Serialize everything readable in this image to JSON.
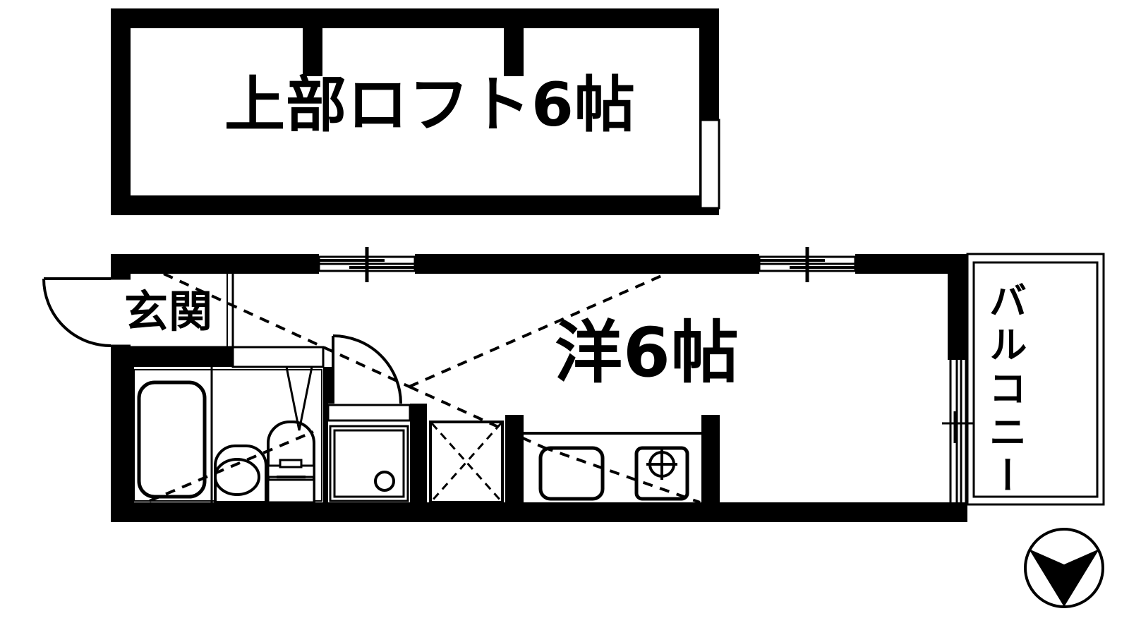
{
  "plan": {
    "title": "apartment-floor-plan",
    "colors": {
      "wall": "#000000",
      "background": "#ffffff",
      "fixture_line": "#000000",
      "dashed_line": "#000000"
    }
  },
  "labels": {
    "loft": "上部ロフト6帖",
    "main_room": "洋6帖",
    "entrance": "玄関",
    "balcony": "バルコニー"
  },
  "rooms": [
    {
      "name": "loft",
      "label": "上部ロフト6帖",
      "size_jo": 6,
      "type": "loft"
    },
    {
      "name": "main-room",
      "label": "洋6帖",
      "size_jo": 6,
      "type": "western-room"
    },
    {
      "name": "entrance",
      "label": "玄関",
      "type": "entry"
    },
    {
      "name": "balcony",
      "label": "バルコニー",
      "type": "balcony"
    }
  ],
  "fixtures": [
    {
      "name": "bathtub",
      "icon": "bathtub-icon"
    },
    {
      "name": "toilet",
      "icon": "toilet-icon"
    },
    {
      "name": "washbasin",
      "icon": "washbasin-icon"
    },
    {
      "name": "shower-unit",
      "icon": "shower-icon"
    },
    {
      "name": "washing-machine-space",
      "icon": "washer-icon"
    },
    {
      "name": "kitchen-sink",
      "icon": "sink-icon"
    },
    {
      "name": "gas-stove",
      "icon": "stove-icon"
    }
  ],
  "openings": [
    {
      "name": "entrance-door",
      "icon": "swing-door-icon"
    },
    {
      "name": "bathroom-door",
      "icon": "swing-door-icon"
    },
    {
      "name": "balcony-sliding-door",
      "icon": "sliding-door-icon"
    },
    {
      "name": "window-left",
      "icon": "sliding-window-icon"
    },
    {
      "name": "window-right",
      "icon": "sliding-window-icon"
    },
    {
      "name": "loft-window",
      "icon": "window-icon"
    }
  ],
  "compass": {
    "name": "compass-rose",
    "direction": "south-arrow"
  }
}
